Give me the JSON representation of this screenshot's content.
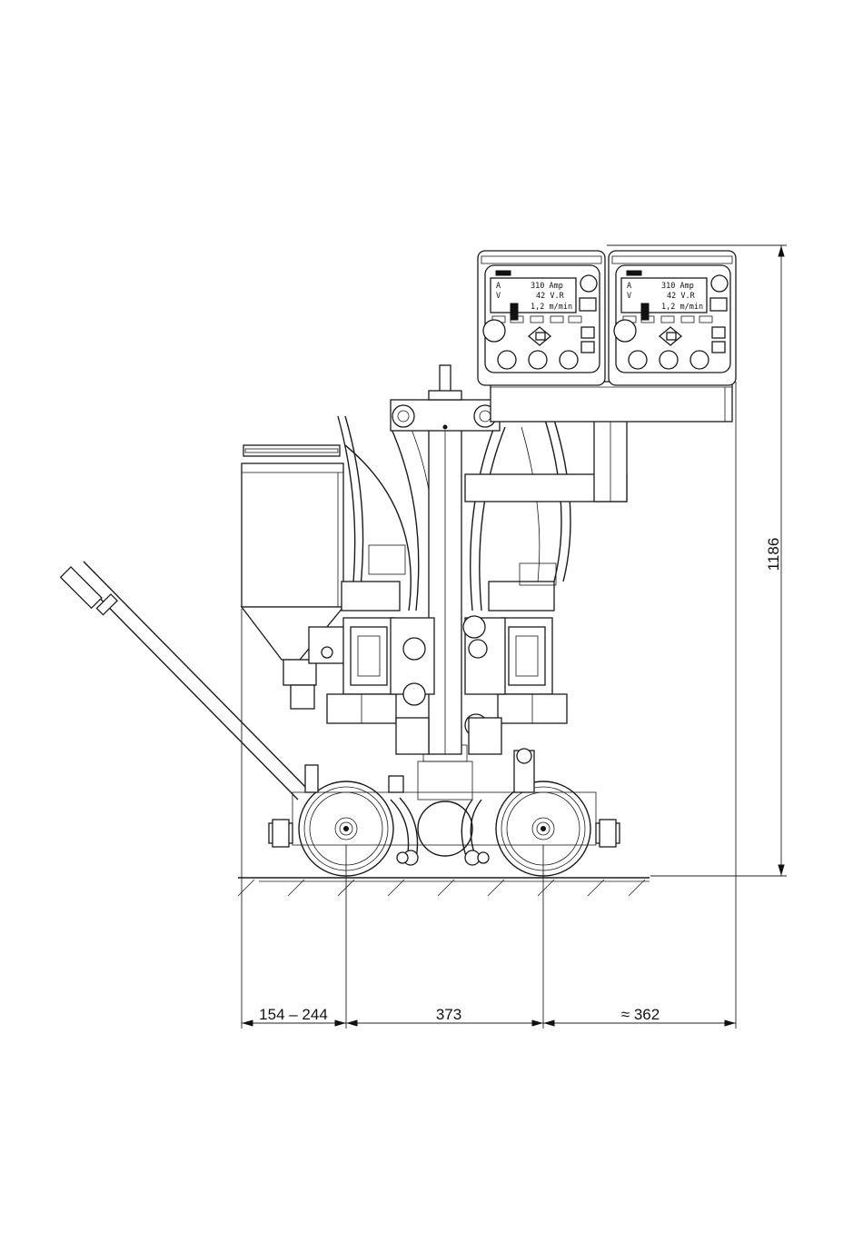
{
  "dimensions": {
    "height": "1186",
    "left_range": "154 – 244",
    "wheel_base": "373",
    "right_approx": "≈ 362"
  },
  "control_panels": [
    {
      "line1_label": "A",
      "line1_value": "310 Amp",
      "line2_label": "V",
      "line2_value": "42 V.R",
      "line3_value": "1,2 m/min"
    },
    {
      "line1_label": "A",
      "line1_value": "310 Amp",
      "line2_label": "V",
      "line2_value": "42 V.R",
      "line3_value": "1,2 m/min"
    }
  ],
  "colors": {
    "line": "#1a1a1a",
    "background": "#ffffff"
  }
}
